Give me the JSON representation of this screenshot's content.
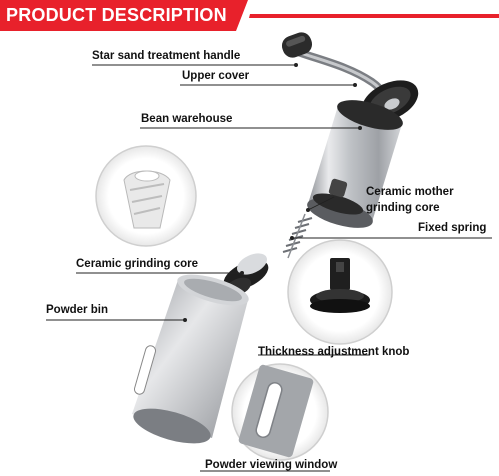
{
  "banner": {
    "title": "PRODUCT DESCRIPTION",
    "color": "#e8212b"
  },
  "labels": {
    "handle": "Star sand treatment handle",
    "upper_cover": "Upper cover",
    "bean_warehouse": "Bean warehouse",
    "mother_core_line1": "Ceramic mother",
    "mother_core_line2": "grinding core",
    "fixed_spring": "Fixed spring",
    "grinding_core": "Ceramic grinding core",
    "powder_bin": "Powder bin",
    "thickness_knob": "Thickness adjustment knob",
    "viewing_window": "Powder viewing window"
  },
  "icons": {
    "detail_1": "ceramic-burr-icon",
    "detail_2": "adjustment-knob-icon",
    "detail_3": "viewing-window-icon"
  }
}
